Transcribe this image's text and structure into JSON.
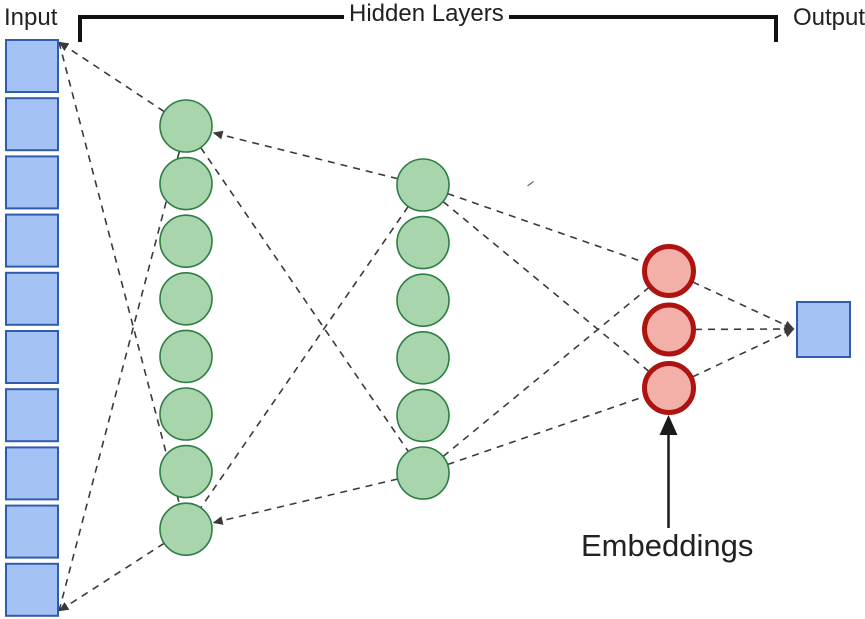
{
  "diagram": {
    "title_labels": {
      "input": "Input",
      "hidden": "Hidden Layers",
      "output": "Output",
      "embeddings": "Embeddings"
    },
    "layers": [
      {
        "id": "input",
        "name": "Input layer",
        "shape": "square",
        "units": 10
      },
      {
        "id": "hidden1",
        "name": "Hidden layer 1",
        "shape": "circle",
        "units": 8
      },
      {
        "id": "hidden2",
        "name": "Hidden layer 2",
        "shape": "circle",
        "units": 6
      },
      {
        "id": "embeddings",
        "name": "Embeddings layer",
        "shape": "circle",
        "units": 3
      },
      {
        "id": "output",
        "name": "Output layer",
        "shape": "square",
        "units": 1
      }
    ],
    "colors": {
      "input_fill": "#a4c2f4",
      "input_stroke": "#2f5cad",
      "hidden_fill": "#a8d5ab",
      "hidden_stroke": "#2e7d44",
      "embedding_fill": "#f2b0a9",
      "embedding_stroke": "#ae1310",
      "connection": "#3a3a3a",
      "bracket": "#111111",
      "pointer": "#1a1a1a",
      "text": "#212121"
    },
    "edges": [
      {
        "from": "hidden1-top",
        "to": "input-top-corner",
        "arrow": true
      },
      {
        "from": "input-top-corner",
        "to": "hidden1-bottom",
        "arrow": false
      },
      {
        "from": "input-bottom-corner",
        "to": "hidden1-top",
        "arrow": false
      },
      {
        "from": "hidden1-bottom",
        "to": "input-bottom-corner",
        "arrow": true
      },
      {
        "from": "hidden2-top",
        "to": "hidden1-top",
        "arrow": true
      },
      {
        "from": "hidden1-top",
        "to": "hidden2-bottom",
        "arrow": false
      },
      {
        "from": "hidden2-top",
        "to": "hidden1-bottom",
        "arrow": false
      },
      {
        "from": "hidden2-bottom",
        "to": "hidden1-bottom",
        "arrow": true
      },
      {
        "from": "hidden2-top",
        "to": "embedding-top",
        "arrow": false
      },
      {
        "from": "hidden2-top",
        "to": "embedding-bottom",
        "arrow": false
      },
      {
        "from": "hidden2-bottom",
        "to": "embedding-top",
        "arrow": false
      },
      {
        "from": "hidden2-bottom",
        "to": "embedding-bottom",
        "arrow": false
      },
      {
        "from": "embedding-top",
        "to": "output-left",
        "arrow": true
      },
      {
        "from": "embedding-mid",
        "to": "output-left",
        "arrow": true
      },
      {
        "from": "embedding-bottom",
        "to": "output-left",
        "arrow": true
      }
    ]
  }
}
